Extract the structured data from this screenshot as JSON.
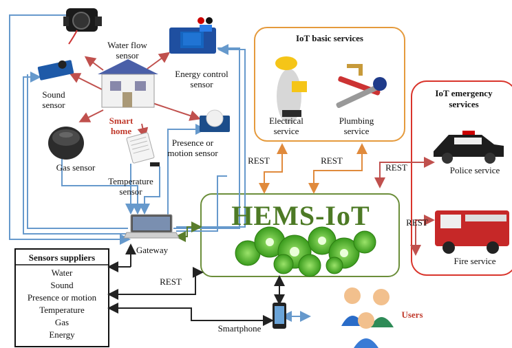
{
  "sensors": {
    "water_flow": "Water flow\nsensor",
    "energy_control": "Energy control\nsensor",
    "sound": "Sound\nsensor",
    "smart_home": "Smart\nhome",
    "gas": "Gas sensor",
    "presence": "Presence or\nmotion sensor",
    "temperature": "Temperature\nsensor"
  },
  "gateway": "Gateway",
  "rest_labels": [
    "REST",
    "REST",
    "REST",
    "REST",
    "REST"
  ],
  "basic_services": {
    "title": "IoT basic services",
    "electrical": "Electrical\nservice",
    "plumbing": "Plumbing\nservice"
  },
  "emergency_services": {
    "title": "IoT emergency\nservices",
    "police": "Police service",
    "fire": "Fire service"
  },
  "hems": {
    "title": "HEMS-IoT"
  },
  "suppliers": {
    "title": "Sensors suppliers",
    "items": [
      "Water",
      "Sound",
      "Presence or motion",
      "Temperature",
      "Gas",
      "Energy"
    ]
  },
  "smartphone": "Smartphone",
  "users": "Users",
  "colors": {
    "blue_arrow": "#6699cc",
    "red_arrow": "#c0504d",
    "orange_arrow": "#e08a3c",
    "green_arrow": "#5a7d2c",
    "dark_arrow": "#222222",
    "basic_border": "#e59a3c",
    "emergency_border": "#d9342b",
    "hems_border": "#6b8e3a"
  }
}
